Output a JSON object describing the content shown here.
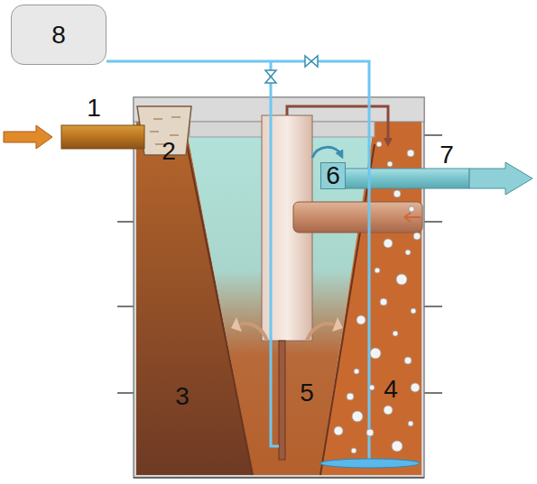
{
  "diagram": {
    "nodes": [
      {
        "text": [
          "8"
        ]
      },
      {
        "text": [
          "6"
        ]
      }
    ],
    "labels": [
      "1",
      "2",
      "7",
      "3",
      "5",
      "4"
    ]
  }
}
